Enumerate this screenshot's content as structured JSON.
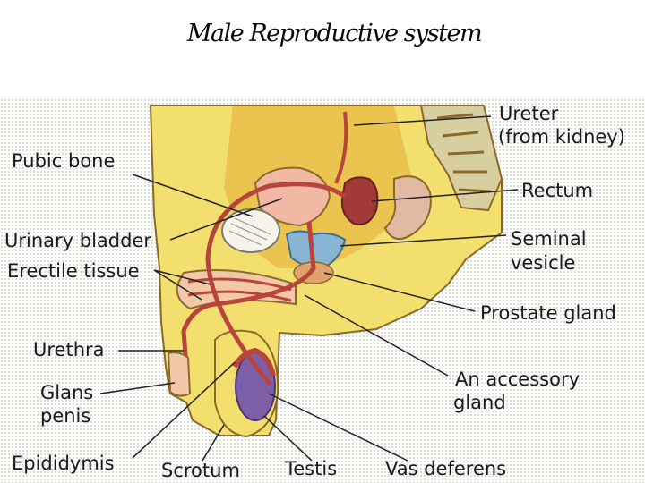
{
  "title": "Male Reproductive system",
  "labels": {
    "ureter": "Ureter",
    "ureter_note": "(from kidney)",
    "pubic_bone": "Pubic bone",
    "rectum": "Rectum",
    "urinary_bladder": "Urinary bladder",
    "seminal_1": "Seminal",
    "seminal_2": "vesicle",
    "erectile_tissue": "Erectile tissue",
    "prostate_gland": "Prostate gland",
    "urethra": "Urethra",
    "accessory_1": "An accessory",
    "accessory_2": "gland",
    "glans_1": "Glans",
    "glans_2": "penis",
    "epididymis": "Epididymis",
    "scrotum": "Scrotum",
    "testis": "Testis",
    "vas_deferens": "Vas deferens"
  },
  "colors": {
    "body": "#f3df6e",
    "deep_tissue": "#e8c04a",
    "duct": "#b8453c",
    "duct_dark": "#7a2a22",
    "bladder": "#f1b9a4",
    "vertebra": "#d8cfa0",
    "seminal": "#8ab4d4",
    "testis": "#7d5fa8",
    "outline": "#8a6a2a"
  }
}
